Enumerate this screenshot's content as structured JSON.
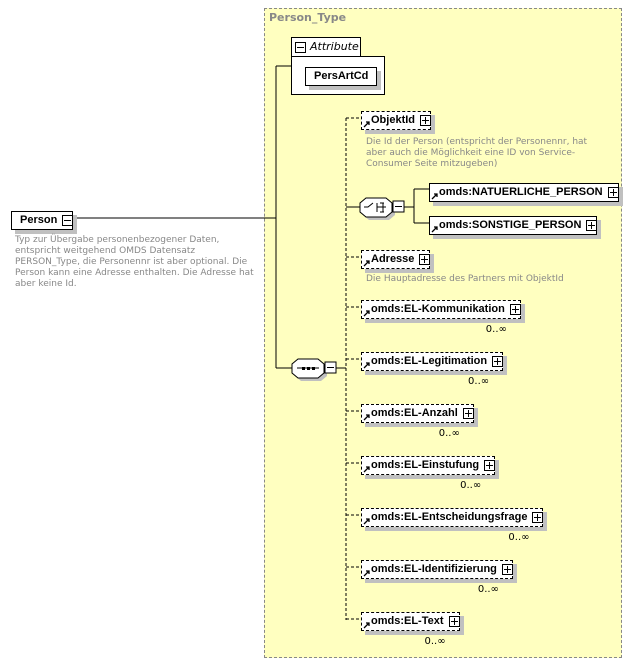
{
  "root": {
    "name": "Person",
    "description": "Typ zur Übergabe personenbezogener Daten, entspricht weitgehend OMDS Datensatz PERSON_Type, die Personennr ist aber optional. Die Person kann eine Adresse enthalten. Die Adresse hat aber keine Id."
  },
  "type": {
    "title": "Person_Type"
  },
  "attributes": {
    "label": "Attribute",
    "items": [
      "PersArtCd"
    ]
  },
  "objektid": {
    "name": "ObjektId",
    "description": "Die Id der Person (entspricht der Personennr, hat aber auch die Möglichkeit eine ID von Service-Consumer Seite mitzugeben)"
  },
  "choice": {
    "options": [
      "omds:NATUERLICHE_PERSON",
      "omds:SONSTIGE_PERSON"
    ]
  },
  "adresse": {
    "name": "Adresse",
    "description": "Die Hauptadresse des Partners mit ObjektId"
  },
  "elements": [
    {
      "name": "omds:EL-Kommunikation",
      "multiplicity": "0..∞"
    },
    {
      "name": "omds:EL-Legitimation",
      "multiplicity": "0..∞"
    },
    {
      "name": "omds:EL-Anzahl",
      "multiplicity": "0..∞"
    },
    {
      "name": "omds:EL-Einstufung",
      "multiplicity": "0..∞"
    },
    {
      "name": "omds:EL-Entscheidungsfrage",
      "multiplicity": "0..∞"
    },
    {
      "name": "omds:EL-Identifizierung",
      "multiplicity": "0..∞"
    },
    {
      "name": "omds:EL-Text",
      "multiplicity": "0..∞"
    }
  ],
  "icons": {
    "expand": "plus-box-icon",
    "collapse": "minus-box-icon",
    "reference": "arrow-reference-icon",
    "sequence": "sequence-compositor-icon",
    "choice": "choice-compositor-icon"
  },
  "colors": {
    "type_background": "#ffffc0",
    "description_text": "#888888"
  }
}
